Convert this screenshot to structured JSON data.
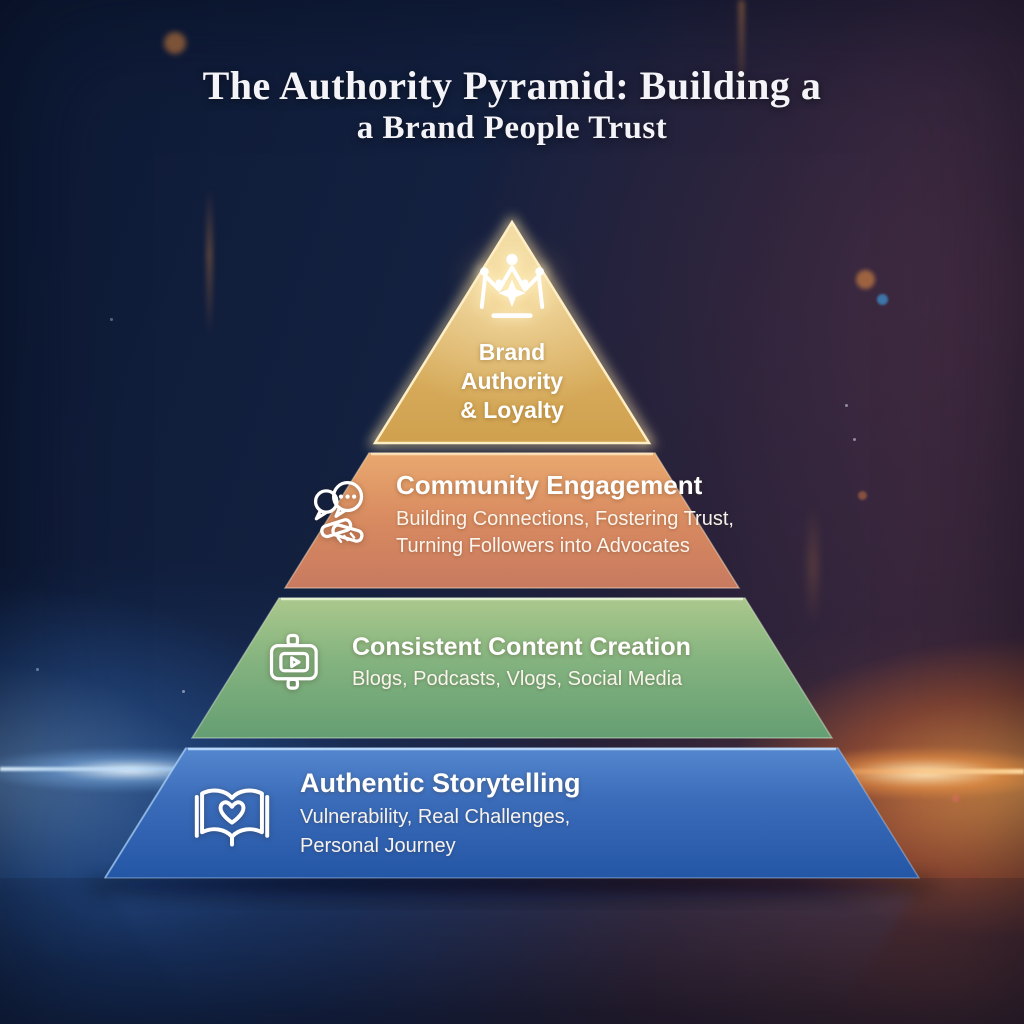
{
  "title": {
    "line1": "The Authority Pyramid: Building a",
    "line2": "a Brand People Trust"
  },
  "pyramid": {
    "tiers": [
      {
        "name": "Brand Authority & Loyalty",
        "level": "top",
        "title_lines": [
          "Brand",
          "Authority",
          "& Loyalty"
        ],
        "icon": "crown-icon",
        "color": "#d9ae5f"
      },
      {
        "name": "Community Engagement",
        "level": "second",
        "title": "Community Engagement",
        "subtitle_lines": [
          "Building Connections, Fostering Trust,",
          "Turning Followers into Advocates"
        ],
        "icon": "chat-handshake-icon",
        "color": "#d2875f"
      },
      {
        "name": "Consistent Content Creation",
        "level": "third",
        "title": "Consistent Content Creation",
        "subtitle_lines": [
          "Blogs, Podcasts, Vlogs, Social Media"
        ],
        "icon": "video-play-icon",
        "color": "#7fae7e"
      },
      {
        "name": "Authentic Storytelling",
        "level": "base",
        "title": "Authentic Storytelling",
        "subtitle_lines": [
          "Vulnerability, Real Challenges,",
          "Personal Journey"
        ],
        "icon": "open-book-heart-icon",
        "color": "#3b6cb4"
      }
    ]
  },
  "background": {
    "base_navy": "#13203f",
    "base_plum": "#33243a",
    "orange_glow": "#e89043",
    "blue_flare": "#8cc3fa",
    "text_color": "#ffffff"
  }
}
